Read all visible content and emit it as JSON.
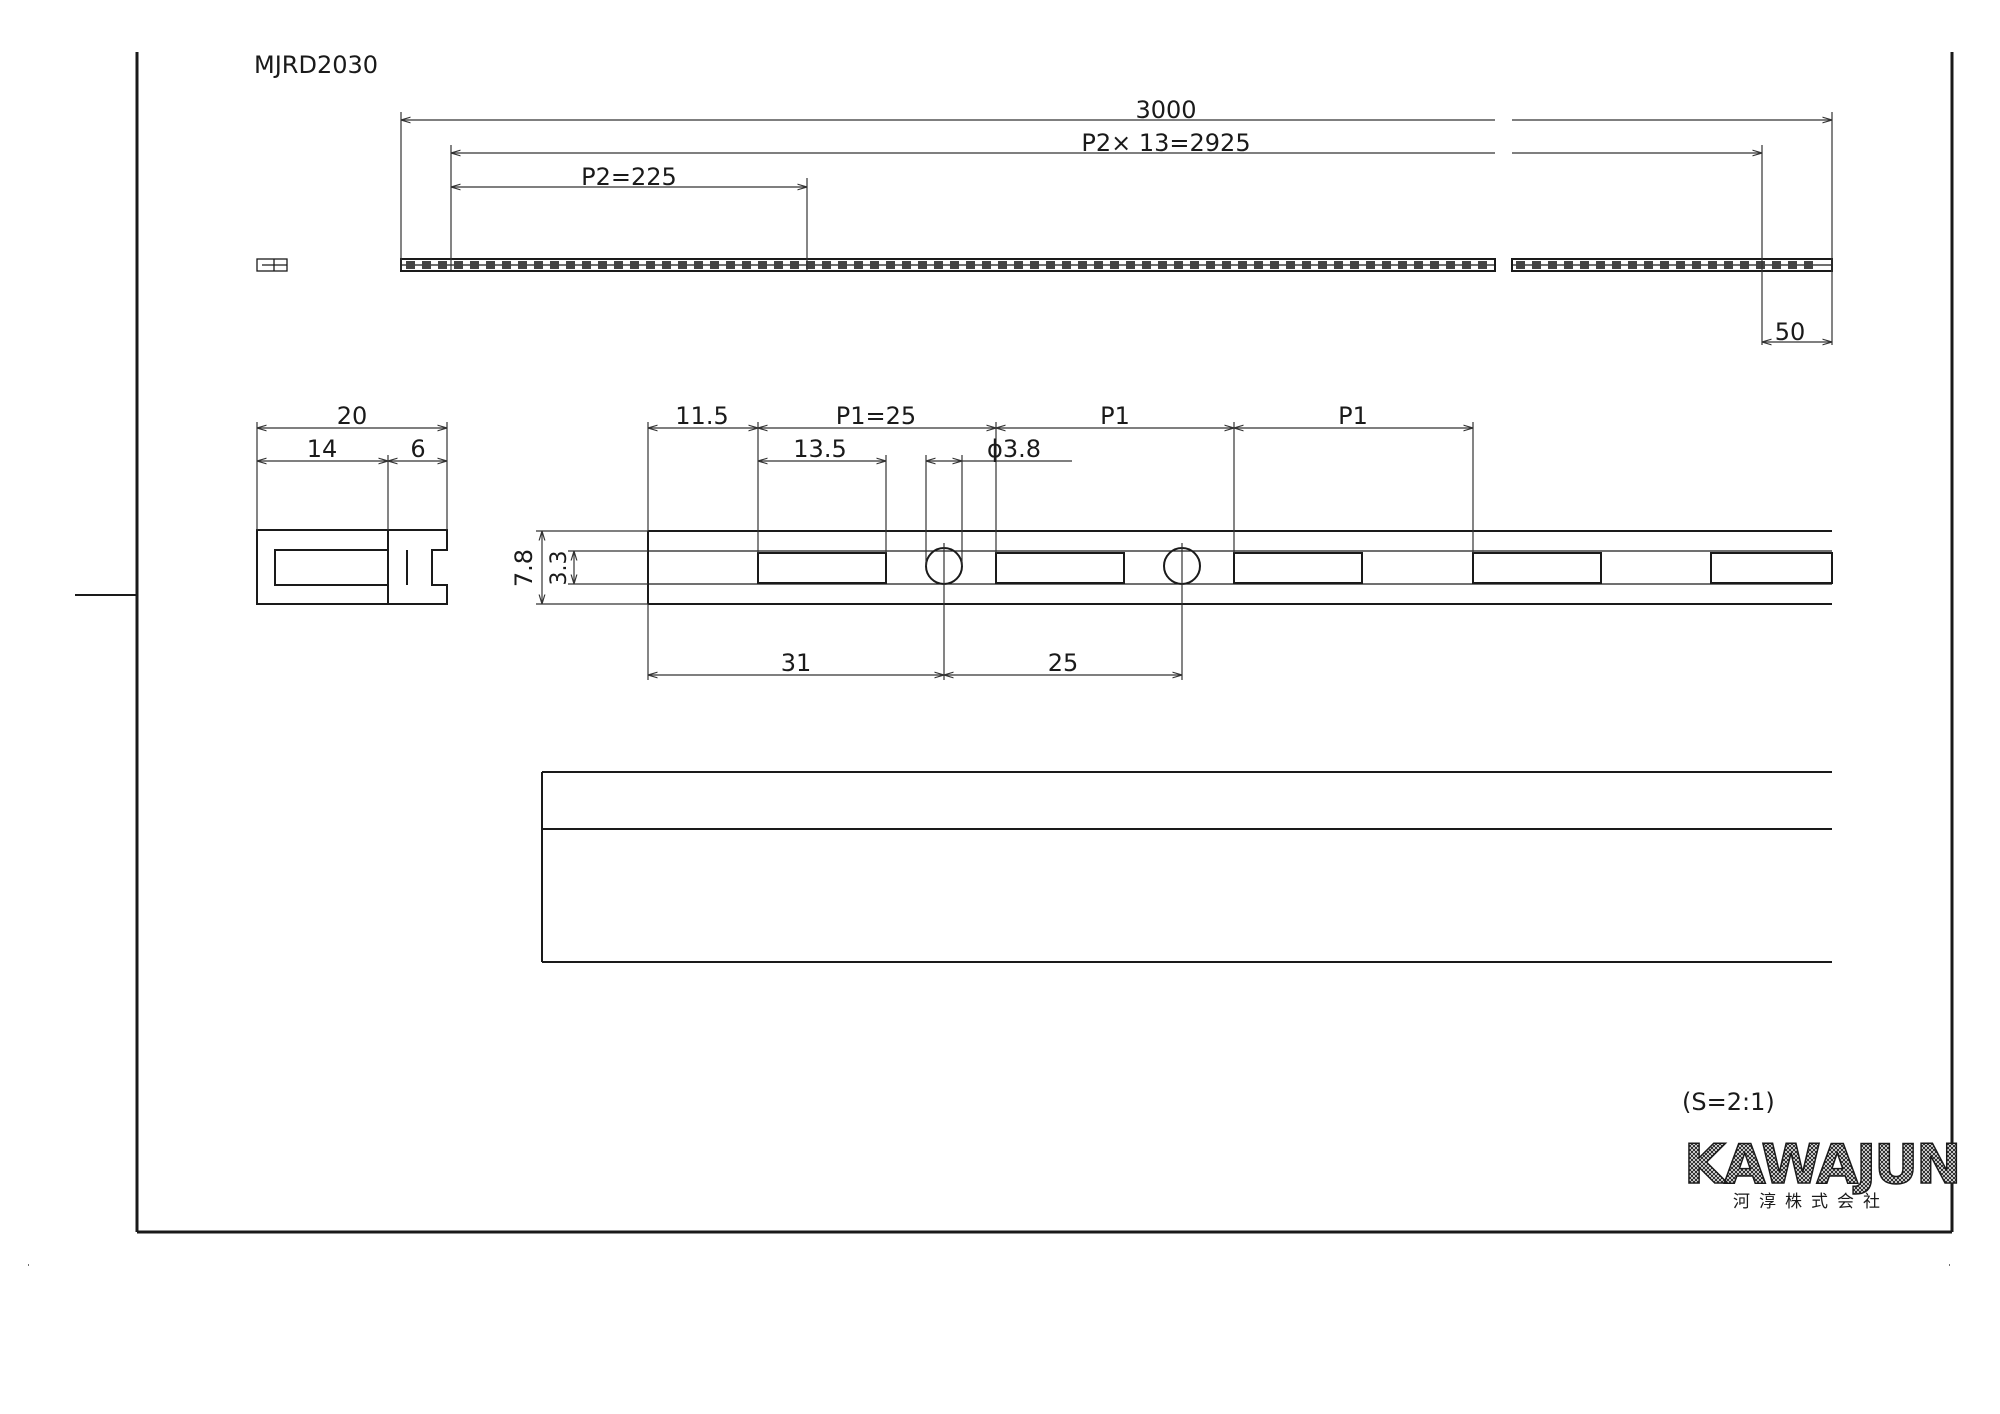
{
  "drawing": {
    "model": "MJRD2030",
    "scale": "(S=2:1)"
  },
  "brand": {
    "name": "KAWAJUN",
    "subtitle": "河淳株式会社"
  },
  "top_view": {
    "total_length": "3000",
    "pitch_total": "P2× 13=2925",
    "pitch": "P2=225",
    "end_offset": "50"
  },
  "section_view": {
    "width": "20",
    "inner_width": "14",
    "lip_width": "6"
  },
  "detail_view": {
    "offset": "11.5",
    "pitch_first": "P1=25",
    "pitch_second": "P1",
    "pitch_third": "P1",
    "slot_length": "13.5",
    "hole_diameter": "ϕ3.8",
    "height": "7.8",
    "slot_height": "3.3",
    "hole_offset": "31",
    "hole_pitch": "25"
  },
  "colors": {
    "line": "#1a1a1a",
    "background": "#ffffff"
  }
}
